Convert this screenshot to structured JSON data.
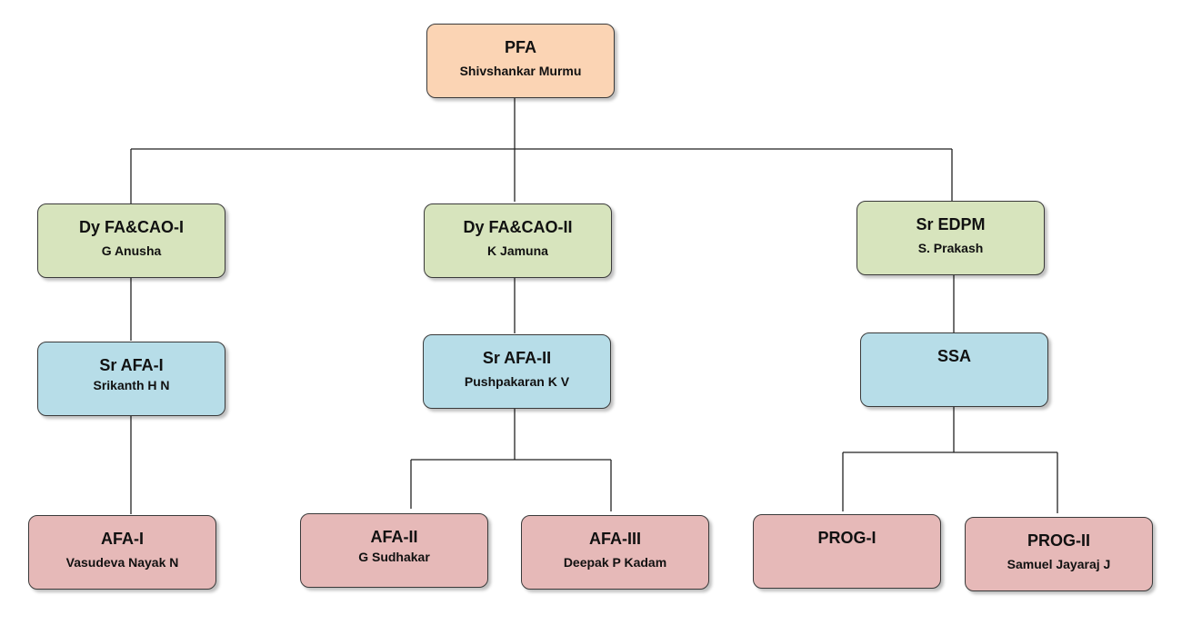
{
  "nodes": {
    "pfa": {
      "role": "PFA",
      "person": "Shivshankar Murmu",
      "color": "#fbd4b4"
    },
    "dyfa1": {
      "role": "Dy FA&CAO-I",
      "person": "G Anusha",
      "color": "#d7e4bd"
    },
    "dyfa2": {
      "role": "Dy FA&CAO-II",
      "person": "K Jamuna",
      "color": "#d7e4bd"
    },
    "sredpm": {
      "role": "Sr EDPM",
      "person": "S. Prakash",
      "color": "#d7e4bd"
    },
    "srafa1": {
      "role": "Sr AFA-I",
      "person": "Srikanth H N",
      "color": "#b7dde8"
    },
    "srafa2": {
      "role": "Sr AFA-II",
      "person": "Pushpakaran K V",
      "color": "#b7dde8"
    },
    "ssa": {
      "role": "SSA",
      "person": "",
      "color": "#b7dde8"
    },
    "afa1": {
      "role": "AFA-I",
      "person": "Vasudeva Nayak N",
      "color": "#e6b9b8"
    },
    "afa2": {
      "role": "AFA-II",
      "person": "G Sudhakar",
      "color": "#e6b9b8"
    },
    "afa3": {
      "role": "AFA-III",
      "person": "Deepak P Kadam",
      "color": "#e6b9b8"
    },
    "prog1": {
      "role": "PROG-I",
      "person": "",
      "color": "#e6b9b8"
    },
    "prog2": {
      "role": "PROG-II",
      "person": "Samuel Jayaraj J",
      "color": "#e6b9b8"
    }
  },
  "edges": [
    [
      "pfa",
      "dyfa1"
    ],
    [
      "pfa",
      "dyfa2"
    ],
    [
      "pfa",
      "sredpm"
    ],
    [
      "dyfa1",
      "srafa1"
    ],
    [
      "dyfa2",
      "srafa2"
    ],
    [
      "sredpm",
      "ssa"
    ],
    [
      "srafa1",
      "afa1"
    ],
    [
      "srafa2",
      "afa2"
    ],
    [
      "srafa2",
      "afa3"
    ],
    [
      "ssa",
      "prog1"
    ],
    [
      "ssa",
      "prog2"
    ]
  ]
}
